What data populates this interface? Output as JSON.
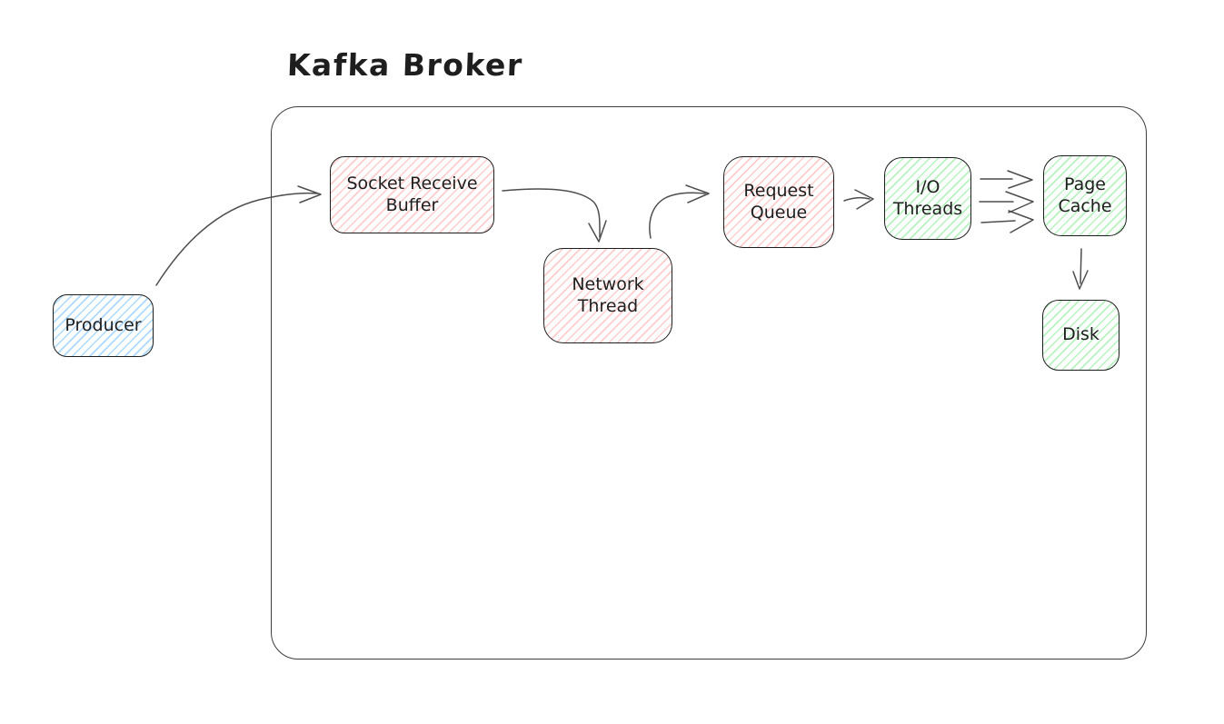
{
  "title": "Kafka Broker",
  "nodes": {
    "producer": {
      "label": "Producer",
      "fill": "#a5d8ff",
      "fill_style": "hachure"
    },
    "socket_receive_buffer": {
      "label": "Socket Receive Buffer",
      "fill": "#ffc9c9",
      "fill_style": "hachure"
    },
    "network_thread": {
      "label": "Network Thread",
      "fill": "#ffc9c9",
      "fill_style": "hachure"
    },
    "request_queue": {
      "label": "Request Queue",
      "fill": "#ffc9c9",
      "fill_style": "hachure"
    },
    "io_threads": {
      "label": "I/O Threads",
      "fill": "#b2f2bb",
      "fill_style": "hachure"
    },
    "page_cache": {
      "label": "Page Cache",
      "fill": "#b2f2bb",
      "fill_style": "hachure"
    },
    "disk": {
      "label": "Disk",
      "fill": "#b2f2bb",
      "fill_style": "hachure"
    }
  },
  "edges": [
    {
      "from": "producer",
      "to": "socket_receive_buffer",
      "style": "curved",
      "count": 1
    },
    {
      "from": "socket_receive_buffer",
      "to": "network_thread",
      "style": "curved",
      "count": 1
    },
    {
      "from": "network_thread",
      "to": "request_queue",
      "style": "curved",
      "count": 1
    },
    {
      "from": "request_queue",
      "to": "io_threads",
      "style": "straight",
      "count": 1
    },
    {
      "from": "io_threads",
      "to": "page_cache",
      "style": "straight",
      "count": 3
    },
    {
      "from": "page_cache",
      "to": "disk",
      "style": "straight",
      "count": 1
    }
  ],
  "colors": {
    "background": "#ffffff",
    "shape_stroke": "#1e1e1e",
    "arrow_stroke": "#4d4d4d",
    "boundary_stroke": "#3d3d3d",
    "blue_fill": "#a5d8ff",
    "red_fill": "#ffc9c9",
    "green_fill": "#b2f2bb"
  }
}
